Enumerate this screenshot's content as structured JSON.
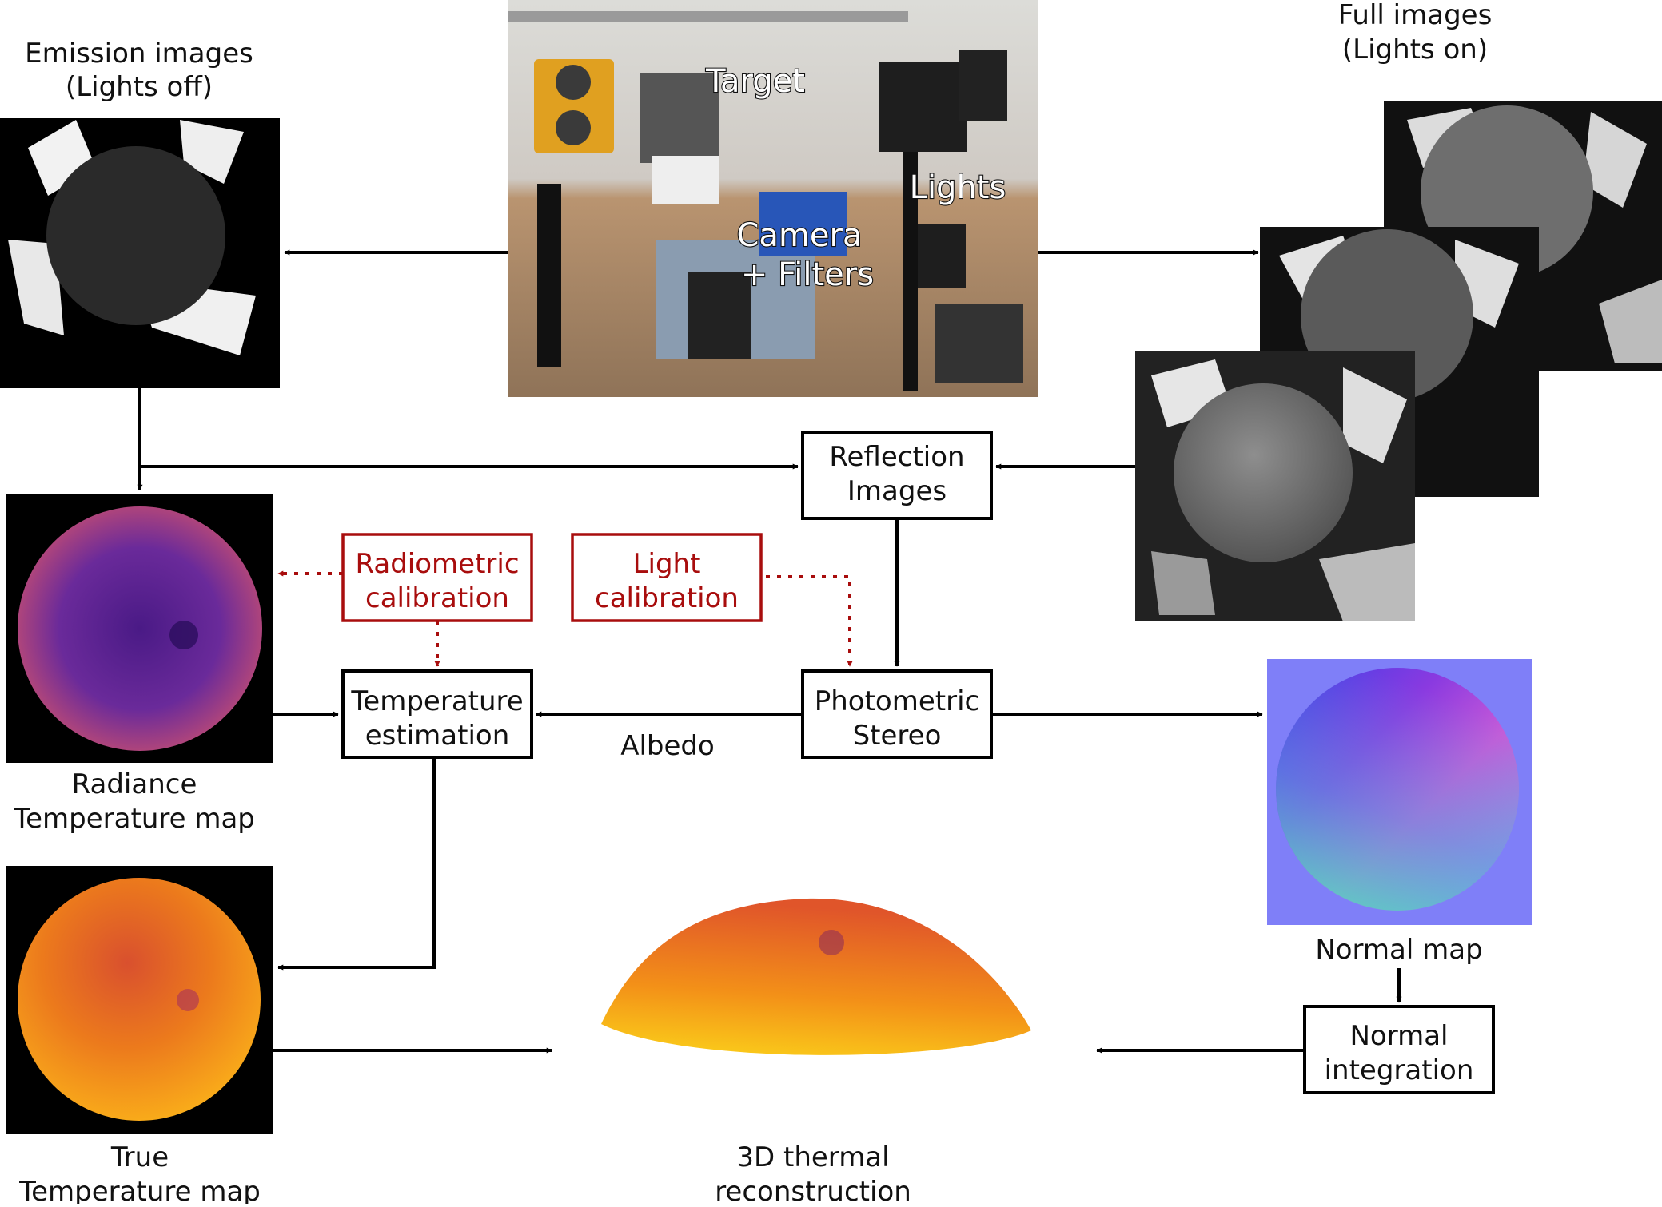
{
  "emission": {
    "title_line1": "Emission images",
    "title_line2": "(Lights off)"
  },
  "full_images": {
    "title_line1": "Full images",
    "title_line2": "(Lights on)"
  },
  "photo_overlay": {
    "target": "Target",
    "lights": "Lights",
    "camera_line1": "Camera",
    "camera_line2": "+ Filters"
  },
  "boxes": {
    "reflection": {
      "line1": "Reflection",
      "line2": "Images"
    },
    "radiometric": {
      "line1": "Radiometric",
      "line2": "calibration"
    },
    "light_cal": {
      "line1": "Light",
      "line2": "calibration"
    },
    "temperature": {
      "line1": "Temperature",
      "line2": "estimation"
    },
    "photometric": {
      "line1": "Photometric",
      "line2": "Stereo"
    },
    "normal_integration": {
      "line1": "Normal",
      "line2": "integration"
    }
  },
  "labels": {
    "albedo": "Albedo",
    "radiance_line1": "Radiance",
    "radiance_line2": "Temperature map",
    "true_line1": "True",
    "true_line2": "Temperature map",
    "normal_map": "Normal map",
    "recon_line1": "3D thermal",
    "recon_line2": "reconstruction"
  },
  "colors": {
    "arrow": "#000000",
    "calibration": "#a80d0d"
  }
}
